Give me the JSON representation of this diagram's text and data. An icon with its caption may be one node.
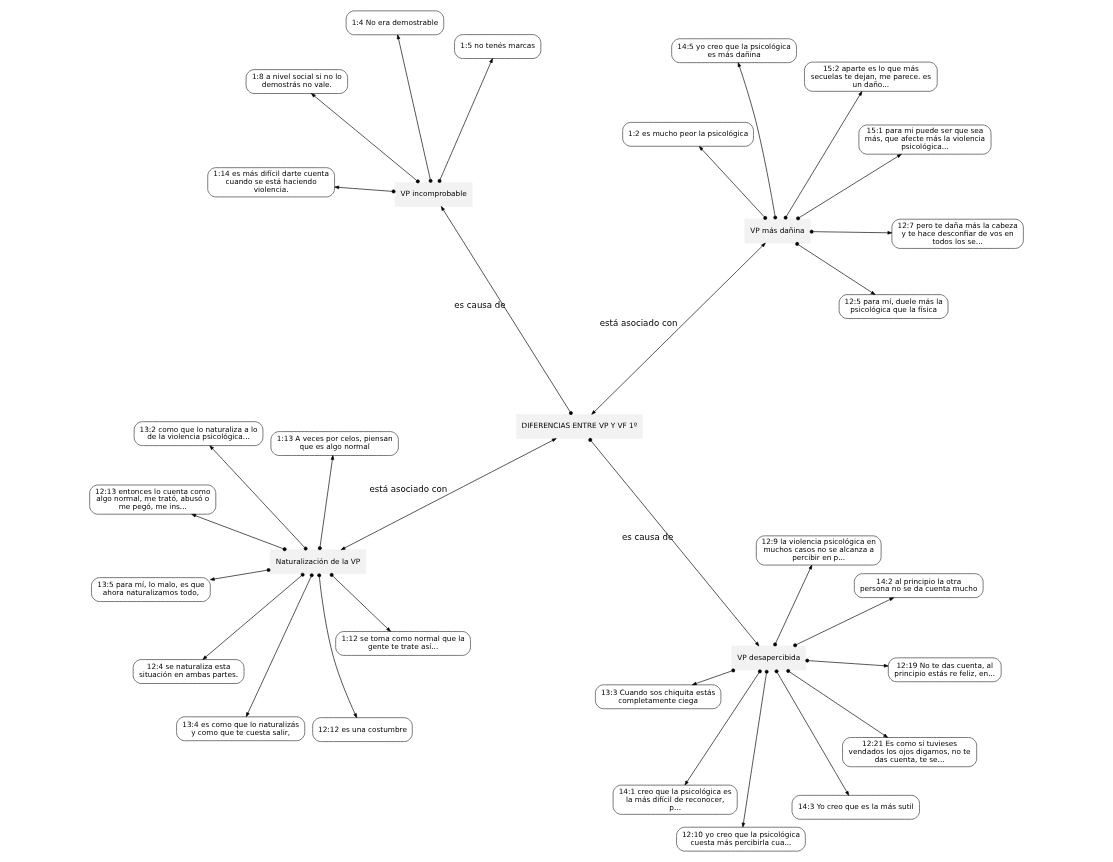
{
  "diagram": {
    "nodes": [
      {
        "text": [
          "DIFERENCIAS ENTRE VP Y VF 1º"
        ]
      },
      {
        "text": [
          "Naturalización de la VP"
        ]
      },
      {
        "text": [
          "VP más dañina"
        ]
      },
      {
        "text": [
          "VP desapercibida"
        ]
      },
      {
        "text": [
          "VP incomprobable"
        ]
      },
      {
        "text": [
          "13:5 para mí, lo malo, es que ahora naturalizamos todo,"
        ]
      },
      {
        "text": [
          "12:12 es una costumbre"
        ]
      },
      {
        "text": [
          "12:13 entonces lo cuenta como algo normal, me trató, abusó o me pegó, me ins..."
        ]
      },
      {
        "text": [
          "13:4 es como que lo naturalizás y como que te cuesta salir,"
        ]
      },
      {
        "text": [
          "1:13 A veces por celos, piensan que es algo normal"
        ]
      },
      {
        "text": [
          "13:2 como que lo naturaliza a lo de la violencia psicológica..."
        ]
      },
      {
        "text": [
          "1:12 se toma como normal que la gente te trate así..."
        ]
      },
      {
        "text": [
          "12:4 se naturaliza esta situación en ambas partes."
        ]
      },
      {
        "text": [
          "12:7 pero te daña más la cabeza y te hace desconfiar de vos en todos los se..."
        ]
      },
      {
        "text": [
          "15:1 para mi puede ser que sea más, que afecte más la violencia psicológica..."
        ]
      },
      {
        "text": [
          "12:5 para mí, duele más la psicológica que la física"
        ]
      },
      {
        "text": [
          "14:5 yo creo que la psicológica es más dañina"
        ]
      },
      {
        "text": [
          "1:2 es mucho peor la psicológica"
        ]
      },
      {
        "text": [
          "15:2 aparte es lo que más secuelas te dejan, me parece. es un daño..."
        ]
      },
      {
        "text": [
          "12:9 la violencia psicológica en muchos casos no se alcanza a percibir en p..."
        ]
      },
      {
        "text": [
          "12:19 No te das cuenta, al principio estás re feliz, en..."
        ]
      },
      {
        "text": [
          "12:10 yo creo que la psicológica cuesta más percibirla cua..."
        ]
      },
      {
        "text": [
          "12:21 Es como si tuvieses vendados los ojos digamos, no te das cuenta, te se..."
        ]
      },
      {
        "text": [
          "13:3 Cuando sos chiquita estás completamente ciega"
        ]
      },
      {
        "text": [
          "14:1 creo que la psicológica es la más difícil de reconocer,  p..."
        ]
      },
      {
        "text": [
          "14:2 al principio la otra persona no se da cuenta mucho"
        ]
      },
      {
        "text": [
          "14:3 Yo creo que es la más sutil"
        ]
      },
      {
        "text": [
          "1:4 No era demostrable"
        ]
      },
      {
        "text": [
          "1:5 no tenés marcas"
        ]
      },
      {
        "text": [
          "1:14 es más difícil darte cuenta cuando se está haciendo violencia."
        ]
      },
      {
        "text": [
          "1:8 a nivel social si no lo demostrás no vale."
        ]
      }
    ],
    "edges": [
      {
        "from": 0,
        "to": 1,
        "label": "está asociado con",
        "arrow": "both"
      },
      {
        "from": 0,
        "to": 2,
        "label": "está asociado con",
        "arrow": "both"
      },
      {
        "from": 0,
        "to": 3,
        "label": "es causa de",
        "arrow": "to"
      },
      {
        "from": 0,
        "to": 4,
        "label": "es causa de",
        "arrow": "to"
      },
      {
        "from": 1,
        "to": 5,
        "arrow": "to"
      },
      {
        "from": 1,
        "to": 6,
        "arrow": "to"
      },
      {
        "from": 1,
        "to": 7,
        "arrow": "to"
      },
      {
        "from": 1,
        "to": 8,
        "arrow": "to"
      },
      {
        "from": 1,
        "to": 9,
        "arrow": "to"
      },
      {
        "from": 1,
        "to": 10,
        "arrow": "to"
      },
      {
        "from": 1,
        "to": 11,
        "arrow": "to"
      },
      {
        "from": 1,
        "to": 12,
        "arrow": "to"
      },
      {
        "from": 2,
        "to": 13,
        "arrow": "to"
      },
      {
        "from": 2,
        "to": 14,
        "arrow": "to"
      },
      {
        "from": 2,
        "to": 15,
        "arrow": "to"
      },
      {
        "from": 2,
        "to": 16,
        "arrow": "to"
      },
      {
        "from": 2,
        "to": 17,
        "arrow": "to"
      },
      {
        "from": 2,
        "to": 18,
        "arrow": "to"
      },
      {
        "from": 3,
        "to": 19,
        "arrow": "to"
      },
      {
        "from": 3,
        "to": 20,
        "arrow": "to"
      },
      {
        "from": 3,
        "to": 21,
        "arrow": "to"
      },
      {
        "from": 3,
        "to": 22,
        "arrow": "to"
      },
      {
        "from": 3,
        "to": 23,
        "arrow": "to"
      },
      {
        "from": 3,
        "to": 24,
        "arrow": "to"
      },
      {
        "from": 3,
        "to": 25,
        "arrow": "to"
      },
      {
        "from": 3,
        "to": 26,
        "arrow": "to"
      },
      {
        "from": 4,
        "to": 27,
        "arrow": "to"
      },
      {
        "from": 4,
        "to": 28,
        "arrow": "to"
      },
      {
        "from": 4,
        "to": 29,
        "arrow": "to"
      },
      {
        "from": 4,
        "to": 30,
        "arrow": "to"
      }
    ]
  }
}
